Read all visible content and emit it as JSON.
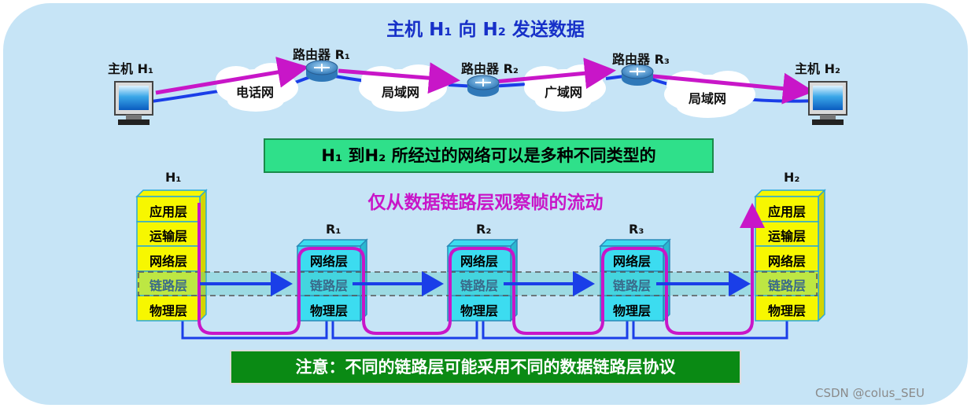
{
  "title": "主机 H₁ 向 H₂ 发送数据",
  "hosts": {
    "h1_label": "主机 H₁",
    "h2_label": "主机 H₂"
  },
  "routers": [
    "路由器 R₁",
    "路由器 R₂",
    "路由器 R₃"
  ],
  "networks": [
    "电话网",
    "局域网",
    "广域网",
    "局域网"
  ],
  "banner_top": "H₁ 到H₂ 所经过的网络可以是多种不同类型的",
  "subtitle": "仅从数据链路层观察帧的流动",
  "stacks": {
    "h1_label": "H₁",
    "h2_label": "H₂",
    "r_labels": [
      "R₁",
      "R₂",
      "R₃"
    ],
    "host_layers": [
      "应用层",
      "运输层",
      "网络层",
      "链路层",
      "物理层"
    ],
    "router_layers": [
      "网络层",
      "链路层",
      "物理层"
    ]
  },
  "banner_bottom": "注意：不同的链路层可能采用不同的数据链路层协议",
  "watermark": "CSDN @colus_SEU",
  "colors": {
    "background_panel": "#c6e4f6",
    "title": "#1730c8",
    "path_magenta": "#c816c8",
    "link_blue": "#1a3ee8",
    "host_layer_fill": "#f7f700",
    "router_layer_fill": "#3cdcf0",
    "banner_top_fill": "#2fe08a",
    "banner_bottom_fill": "#0a8a14"
  }
}
